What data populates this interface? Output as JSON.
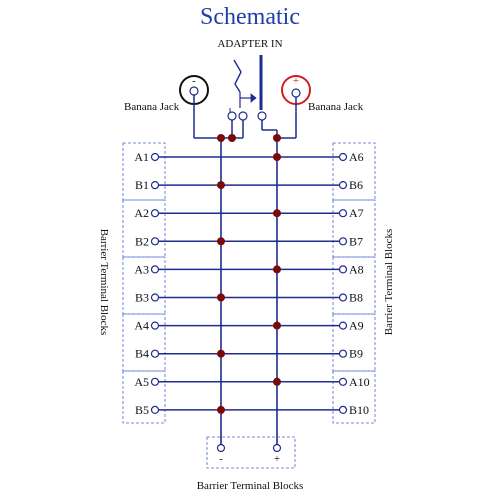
{
  "title": "Schematic",
  "adapter_label": "ADAPTER IN",
  "banana_left": {
    "label": "Banana Jack",
    "sign": "-"
  },
  "banana_right": {
    "label": "Banana Jack",
    "sign": "+"
  },
  "left_block_label": "Barrier Terminal Blocks",
  "right_block_label": "Barrier Terminal Blocks",
  "bottom_block_label": "Barrier Terminal Blocks",
  "bottom_terminals": {
    "minus": "-",
    "plus": "+"
  },
  "rows": [
    {
      "left": "A1",
      "right": "A6",
      "node": "plus"
    },
    {
      "left": "B1",
      "right": "B6",
      "node": "minus"
    },
    {
      "left": "A2",
      "right": "A7",
      "node": "plus"
    },
    {
      "left": "B2",
      "right": "B7",
      "node": "minus"
    },
    {
      "left": "A3",
      "right": "A8",
      "node": "plus"
    },
    {
      "left": "B3",
      "right": "B8",
      "node": "minus"
    },
    {
      "left": "A4",
      "right": "A9",
      "node": "plus"
    },
    {
      "left": "B4",
      "right": "B9",
      "node": "minus"
    },
    {
      "left": "A5",
      "right": "A10",
      "node": "plus"
    },
    {
      "left": "B5",
      "right": "B10",
      "node": "minus"
    }
  ],
  "colors": {
    "wire": "#1f2c8f",
    "title": "#1f3fa8",
    "dot": "#7a0a0a",
    "plus_jack": "#cc2222",
    "box": "#4a6ad0"
  }
}
